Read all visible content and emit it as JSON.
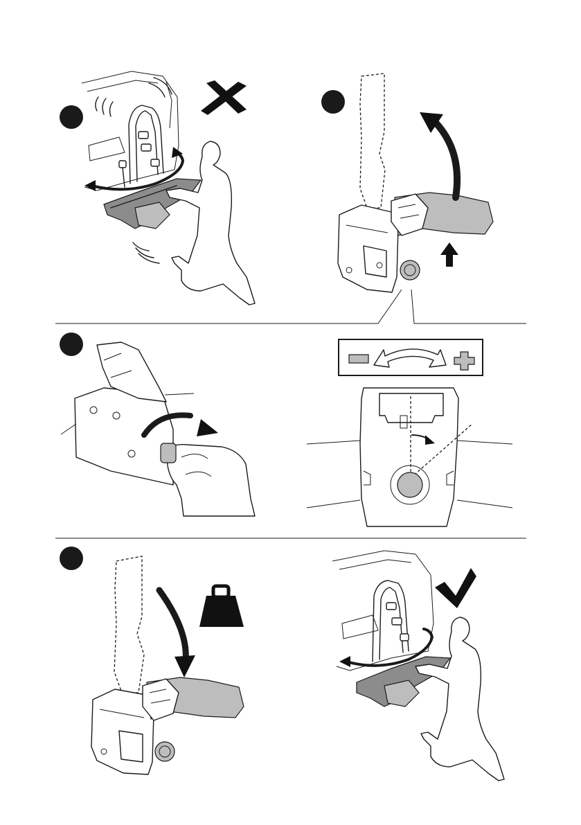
{
  "page": {
    "steps": [
      {
        "id": "step-1",
        "marker": ""
      },
      {
        "id": "step-2",
        "marker": ""
      },
      {
        "id": "step-3",
        "marker": ""
      },
      {
        "id": "step-4",
        "marker": ""
      }
    ],
    "icons": {
      "wrong": "cross-icon",
      "right": "checkmark-icon",
      "weight": "weight-icon",
      "adjust": "minus-plus-adjust-icon"
    },
    "colors": {
      "ink": "#1a1a1a",
      "grey": "#8c8c8c",
      "light_grey": "#bdbdbd"
    }
  }
}
